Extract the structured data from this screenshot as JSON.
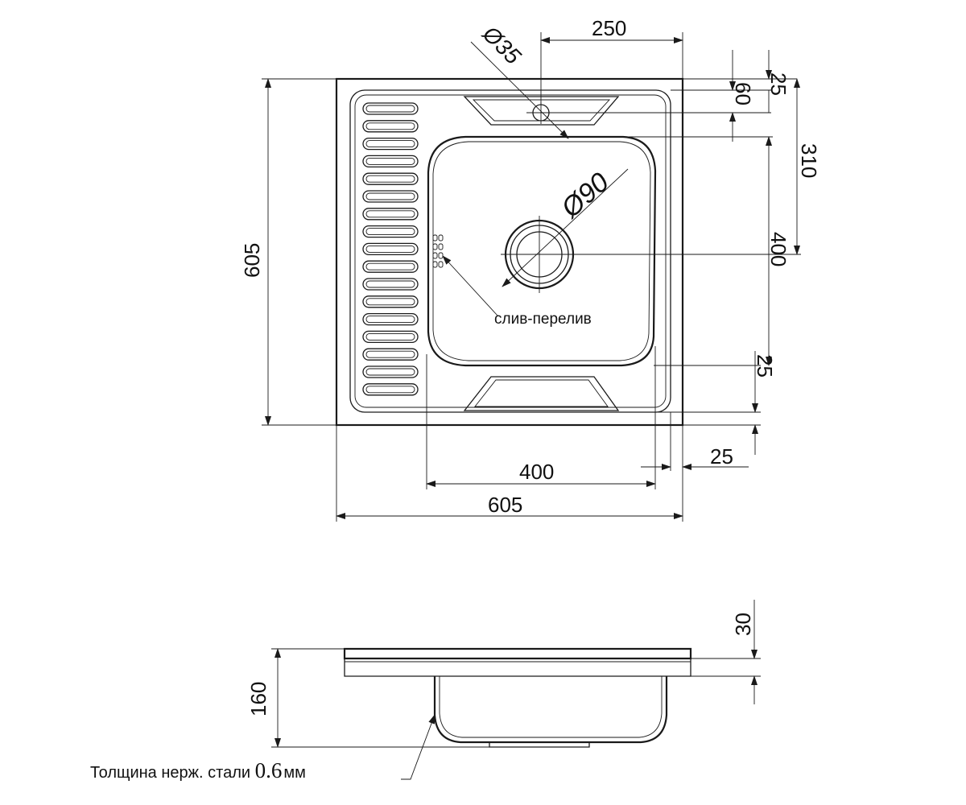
{
  "dimensions": {
    "top_width_250": "250",
    "diameter_35": "Ø35",
    "diameter_90": "Ø90",
    "right_25_top": "25",
    "right_60": "60",
    "right_310": "310",
    "right_400": "400",
    "right_25_lower": "25",
    "height_605": "605",
    "bowl_width_400": "400",
    "bottom_25": "25",
    "total_width_605": "605",
    "side_30": "30",
    "side_160": "160"
  },
  "labels": {
    "overflow": "слив-перелив",
    "thickness_prefix": "Толщина нерж. стали ",
    "thickness_value": "0.6",
    "thickness_unit": "мм"
  },
  "colors": {
    "line": "#1a1a1a",
    "background": "#ffffff"
  }
}
